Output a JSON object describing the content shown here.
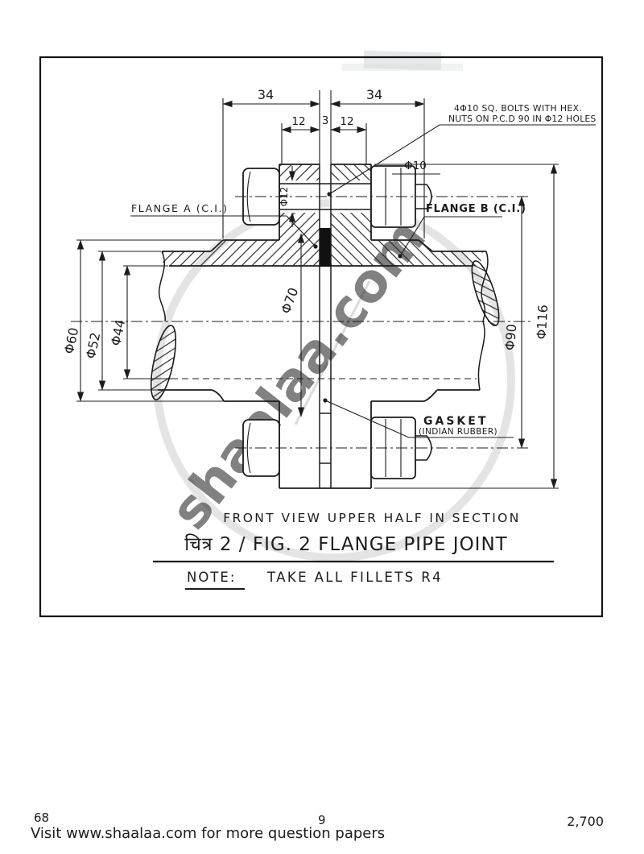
{
  "watermark": {
    "text": "shaalaa.com"
  },
  "drawing": {
    "labels": {
      "note_line1": "4Φ10 SQ. BOLTS WITH HEX.",
      "note_line2": "NUTS ON P.C.D 90 IN Φ12 HOLES",
      "flange_a": "FLANGE A (C.I.)",
      "flange_b": "FLANGE B (C.I.)",
      "gasket": "GASKET",
      "gasket_material": "(INDIAN RUBBER)"
    },
    "dims": {
      "top_left": "34",
      "top_right": "34",
      "hub_left": "12",
      "gasket_thk": "3",
      "hub_right": "12",
      "bolt_dia": "Φ10",
      "hole_dia": "Φ12",
      "bore": "Φ44",
      "pipe_od": "Φ52",
      "boss_od": "Φ60",
      "face_od": "Φ70",
      "pcd": "Φ90",
      "flange_od": "Φ116"
    }
  },
  "captions": {
    "view_caption": "FRONT VIEW UPPER HALF IN SECTION",
    "figure_caption": "चित्र 2 / FIG. 2 FLANGE PIPE JOINT",
    "note_label": "NOTE:",
    "note_text": "TAKE ALL FILLETS R4"
  },
  "footer": {
    "left_number": "68",
    "center_number": "9",
    "right_number": "2,700",
    "visit_text": "Visit www.shaalaa.com for more question papers"
  }
}
